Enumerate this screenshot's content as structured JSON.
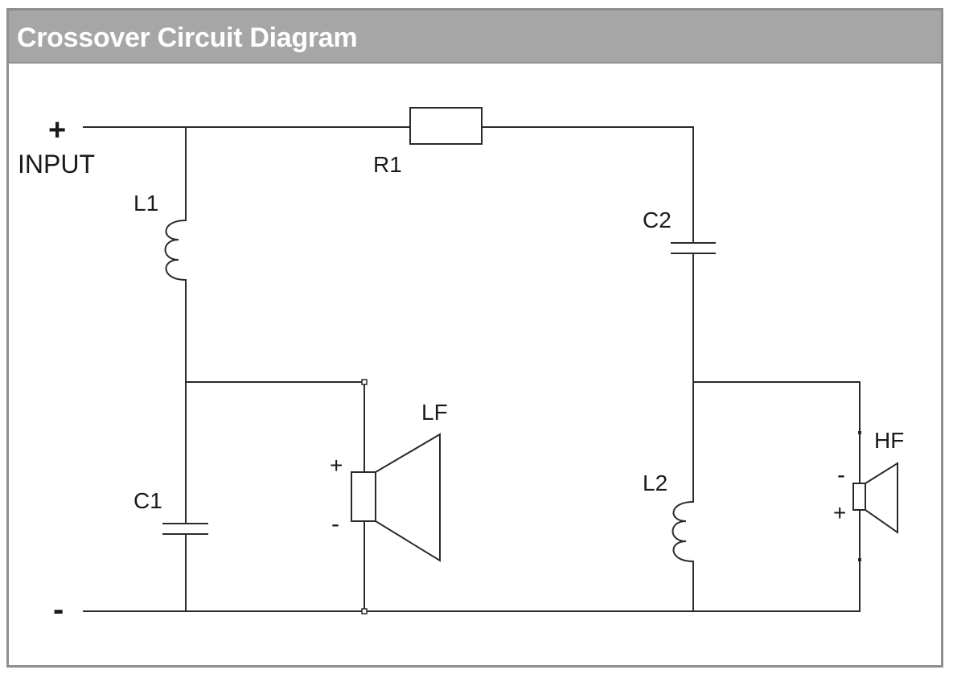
{
  "title": "Crossover Circuit Diagram",
  "labels": {
    "input_plus": "+",
    "input": "INPUT",
    "input_minus": "-",
    "r1": "R1",
    "l1": "L1",
    "c1": "C1",
    "c2": "C2",
    "l2": "L2",
    "lf": "LF",
    "lf_plus": "+",
    "lf_minus": "-",
    "hf": "HF",
    "hf_minus": "-",
    "hf_plus": "+"
  },
  "colors": {
    "title_bar": "#a6a6a6",
    "frame_border": "#8e8e8e",
    "wire": "#2a2a2a"
  }
}
